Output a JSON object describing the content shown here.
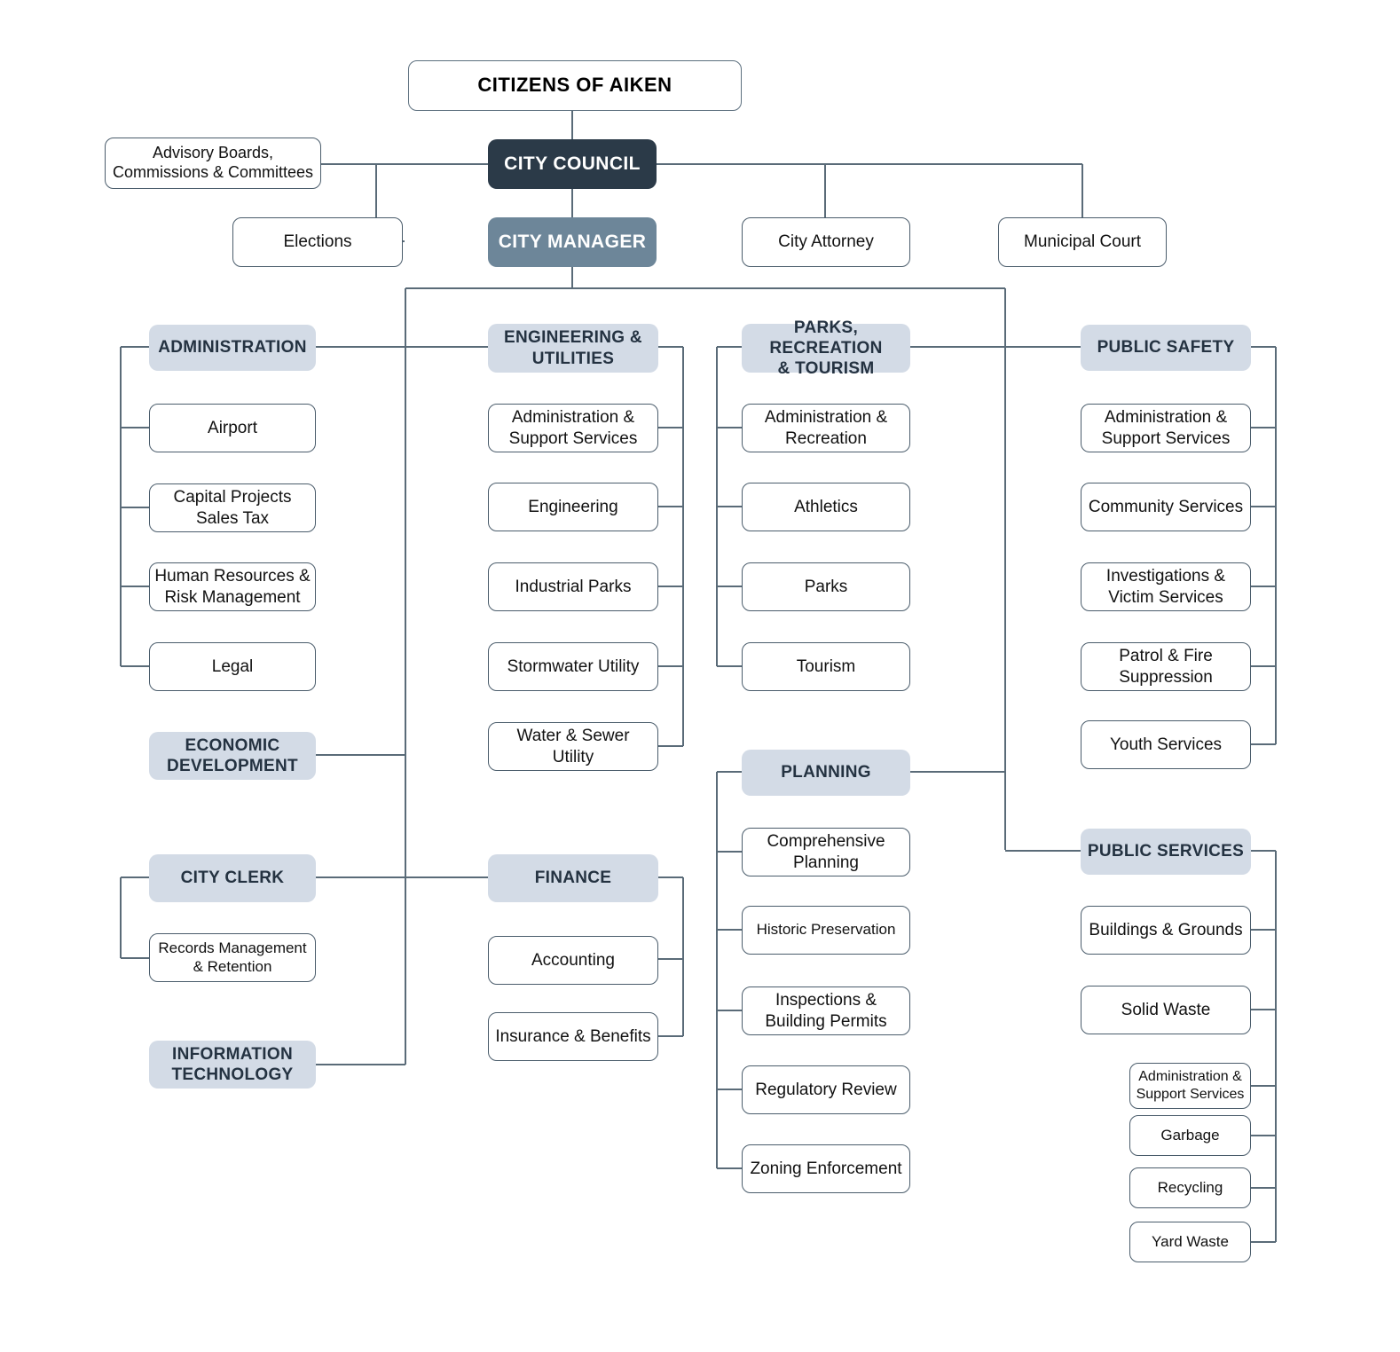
{
  "title": "City of Aiken Organizational Chart",
  "colors": {
    "navy": "#2b3a48",
    "slate": "#6d8699",
    "dept_fill": "#d3dbe6",
    "leaf_border": "#4a5c6b",
    "wire": "#5a6b78",
    "background": "#ffffff"
  },
  "top": {
    "citizens": "CITIZENS OF AIKEN",
    "city_council": "CITY COUNCIL",
    "city_manager": "CITY MANAGER",
    "advisory": "Advisory Boards,\nCommissions  & Committees",
    "elections": "Elections",
    "city_attorney": "City Attorney",
    "municipal_court": "Municipal Court"
  },
  "departments": {
    "administration": {
      "label": "ADMINISTRATION",
      "children": [
        "Airport",
        "Capital Projects\nSales Tax",
        "Human Resources &\nRisk Management",
        "Legal"
      ]
    },
    "economic_development": {
      "label": "ECONOMIC\nDEVELOPMENT",
      "children": []
    },
    "city_clerk": {
      "label": "CITY CLERK",
      "children": [
        "Records Management\n& Retention"
      ]
    },
    "information_technology": {
      "label": "INFORMATION\nTECHNOLOGY",
      "children": []
    },
    "engineering_utilities": {
      "label": "ENGINEERING &\nUTILITIES",
      "children": [
        "Administration  &\nSupport Services",
        "Engineering",
        "Industrial Parks",
        "Stormwater  Utility",
        "Water & Sewer\nUtility"
      ]
    },
    "finance": {
      "label": "FINANCE",
      "children": [
        "Accounting",
        "Insurance & Benefits"
      ]
    },
    "parks_recreation_tourism": {
      "label": "PARKS, RECREATION\n& TOURISM",
      "children": [
        "Administration  &\nRecreation",
        "Athletics",
        "Parks",
        "Tourism"
      ]
    },
    "planning": {
      "label": "PLANNING",
      "children": [
        "Comprehensive\nPlanning",
        "Historic Preservation",
        "Inspections  &\nBuilding  Permits",
        "Regulatory Review",
        "Zoning Enforcement"
      ]
    },
    "public_safety": {
      "label": "PUBLIC SAFETY",
      "children": [
        "Administration  &\nSupport Services",
        "Community  Services",
        "Investigations  &\nVictim  Services",
        "Patrol & Fire\nSuppression",
        "Youth  Services"
      ]
    },
    "public_services": {
      "label": "PUBLIC SERVICES",
      "children": [
        "Buildings & Grounds",
        "Solid Waste"
      ],
      "subchildren": [
        "Administration  &\nSupport Services",
        "Garbage",
        "Recycling",
        "Yard Waste"
      ]
    }
  }
}
